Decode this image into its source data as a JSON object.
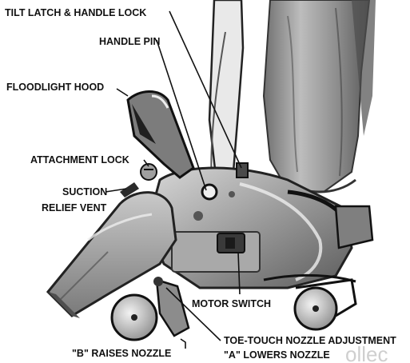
{
  "labels": {
    "tilt_latch": "TILT LATCH & HANDLE LOCK",
    "handle_pin": "HANDLE PIN",
    "floodlight_hood": "FLOODLIGHT HOOD",
    "attachment_lock": "ATTACHMENT LOCK",
    "suction_relief_line1": "SUCTION",
    "suction_relief_line2": "RELIEF VENT",
    "motor_switch": "MOTOR SWITCH",
    "toe_touch": "TOE-TOUCH NOZZLE ADJUSTMENT",
    "a_lowers": "\"A\" LOWERS NOZZLE",
    "b_raises": "\"B\" RAISES NOZZLE"
  },
  "watermark": "ollec"
}
